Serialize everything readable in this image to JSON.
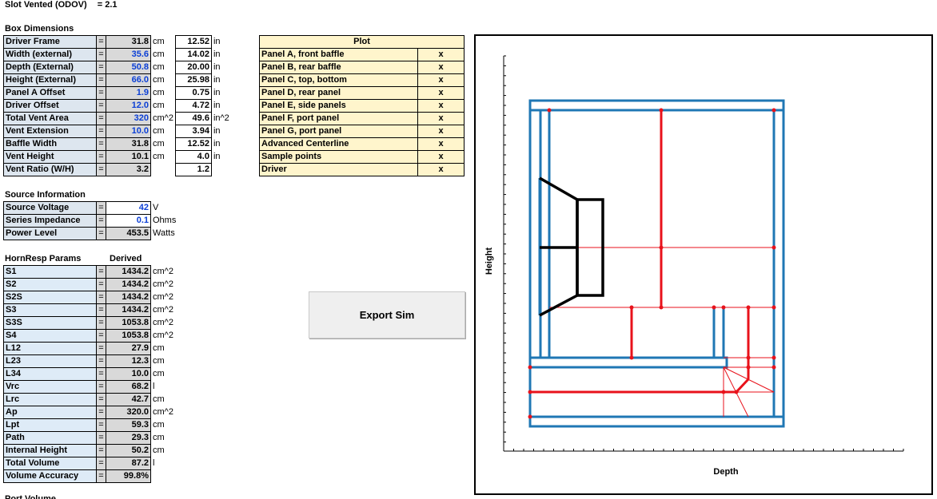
{
  "title": {
    "label": "Slot Vented (ODOV)",
    "value": "=  2.1"
  },
  "box": {
    "heading": "Box Dimensions",
    "rows": [
      {
        "label": "Driver Frame",
        "val": "31.8",
        "unit": "cm",
        "in": "12.52",
        "inunit": "in",
        "input": false
      },
      {
        "label": "Width (external)",
        "val": "35.6",
        "unit": "cm",
        "in": "14.02",
        "inunit": "in",
        "input": true
      },
      {
        "label": "Depth (External)",
        "val": "50.8",
        "unit": "cm",
        "in": "20.00",
        "inunit": "in",
        "input": true
      },
      {
        "label": "Height (External)",
        "val": "66.0",
        "unit": "cm",
        "in": "25.98",
        "inunit": "in",
        "input": true
      },
      {
        "label": "Panel A Offset",
        "val": "1.9",
        "unit": "cm",
        "in": "0.75",
        "inunit": "in",
        "input": true
      },
      {
        "label": "Driver Offset",
        "val": "12.0",
        "unit": "cm",
        "in": "4.72",
        "inunit": "in",
        "input": true
      },
      {
        "label": "Total Vent Area",
        "val": "320",
        "unit": "cm^2",
        "in": "49.6",
        "inunit": "in^2",
        "input": true
      },
      {
        "label": "Vent Extension",
        "val": "10.0",
        "unit": "cm",
        "in": "3.94",
        "inunit": "in",
        "input": true
      },
      {
        "label": "Baffle Width",
        "val": "31.8",
        "unit": "cm",
        "in": "12.52",
        "inunit": "in",
        "input": false
      },
      {
        "label": "Vent Height",
        "val": "10.1",
        "unit": "cm",
        "in": "4.0",
        "inunit": "in",
        "input": false
      },
      {
        "label": "Vent Ratio (W/H)",
        "val": "3.2",
        "unit": "",
        "in": "1.2",
        "inunit": "",
        "input": false
      }
    ]
  },
  "plot": {
    "heading": "Plot",
    "rows": [
      {
        "label": "Panel A, front baffle",
        "mark": "x"
      },
      {
        "label": "Panel B, rear baffle",
        "mark": "x"
      },
      {
        "label": "Panel C, top, bottom",
        "mark": "x"
      },
      {
        "label": "Panel D, rear panel",
        "mark": "x"
      },
      {
        "label": "Panel E, side panels",
        "mark": "x"
      },
      {
        "label": "Panel F, port panel",
        "mark": "x"
      },
      {
        "label": "Panel G, port panel",
        "mark": "x"
      },
      {
        "label": "Advanced Centerline",
        "mark": "x"
      },
      {
        "label": "Sample points",
        "mark": "x"
      },
      {
        "label": "Driver",
        "mark": "x"
      }
    ]
  },
  "source": {
    "heading": "Source Information",
    "rows": [
      {
        "label": "Source Voltage",
        "val": "42",
        "unit": "V",
        "input": true
      },
      {
        "label": "Series Impedance",
        "val": "0.1",
        "unit": "Ohms",
        "input": true
      },
      {
        "label": "Power Level",
        "val": "453.5",
        "unit": "Watts",
        "input": false
      }
    ]
  },
  "hornresp": {
    "heading": "HornResp Params",
    "derived_heading": "Derived",
    "rows": [
      {
        "label": "S1",
        "val": "1434.2",
        "unit": "cm^2"
      },
      {
        "label": "S2",
        "val": "1434.2",
        "unit": "cm^2"
      },
      {
        "label": "S2S",
        "val": "1434.2",
        "unit": "cm^2"
      },
      {
        "label": "S3",
        "val": "1434.2",
        "unit": "cm^2"
      },
      {
        "label": "S3S",
        "val": "1053.8",
        "unit": "cm^2"
      },
      {
        "label": "S4",
        "val": "1053.8",
        "unit": "cm^2"
      },
      {
        "label": "L12",
        "val": "27.9",
        "unit": "cm"
      },
      {
        "label": "L23",
        "val": "12.3",
        "unit": "cm"
      },
      {
        "label": "L34",
        "val": "10.0",
        "unit": "cm"
      },
      {
        "label": "Vrc",
        "val": "68.2",
        "unit": "l"
      },
      {
        "label": "Lrc",
        "val": "42.7",
        "unit": "cm"
      },
      {
        "label": "Ap",
        "val": "320.0",
        "unit": "cm^2"
      },
      {
        "label": "Lpt",
        "val": "59.3",
        "unit": "cm"
      },
      {
        "label": "Path",
        "val": "29.3",
        "unit": "cm"
      },
      {
        "label": "Internal Height",
        "val": "50.2",
        "unit": "cm"
      },
      {
        "label": "Total Volume",
        "val": "87.2",
        "unit": "l"
      },
      {
        "label": "Volume Accuracy",
        "val": "99.8%",
        "unit": ""
      }
    ]
  },
  "footer_partial": "Port Volume",
  "export_button": "Export Sim",
  "chart": {
    "xlabel": "Depth",
    "ylabel": "Height"
  },
  "colors": {
    "panel_blue": "#1f77b4",
    "centerline_red": "#e8121b",
    "driver_black": "#000000",
    "plot_bg": "#fff5cc",
    "label_bg": "#dde6ef",
    "input_blue": "#0b3fd6"
  }
}
